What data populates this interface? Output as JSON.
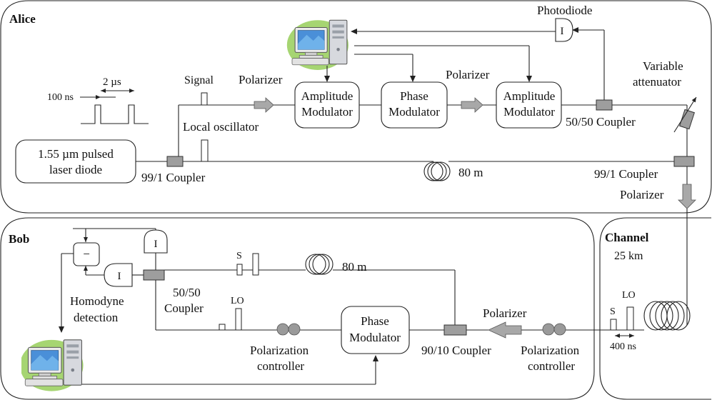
{
  "alice": {
    "title": "Alice",
    "laser": [
      "1.55 µm pulsed",
      "laser diode"
    ],
    "coupler_99_1_left": "99/1 Coupler",
    "coupler_99_1_right": "99/1 Coupler",
    "signal": "Signal",
    "local_oscillator": "Local oscillator",
    "polarizer_1": "Polarizer",
    "polarizer_2": "Polarizer",
    "polarizer_3": "Polarizer",
    "amp_mod_1": [
      "Amplitude",
      "Modulator"
    ],
    "phase_mod": [
      "Phase",
      "Modulator"
    ],
    "amp_mod_2": [
      "Amplitude",
      "Modulator"
    ],
    "photodiode": "Photodiode",
    "photodiode_symbol": "I",
    "variable_attenuator": [
      "Variable",
      "attenuator"
    ],
    "coupler_50_50": "50/50 Coupler",
    "delay_length": "80 m",
    "pulse_period": "2 µs",
    "pulse_width": "100 ns"
  },
  "bob": {
    "title": "Bob",
    "subtractor_symbol": "−",
    "detector_symbol_top": "I",
    "detector_symbol_left": "I",
    "homodyne": [
      "Homodyne",
      "detection"
    ],
    "coupler_50_50": [
      "50/50",
      "Coupler"
    ],
    "s_label": "S",
    "lo_label": "LO",
    "delay_length": "80 m",
    "phase_mod": [
      "Phase",
      "Modulator"
    ],
    "coupler_90_10": "90/10 Coupler",
    "polarizer": "Polarizer",
    "pol_controller_left": [
      "Polarization",
      "controller"
    ],
    "pol_controller_right": [
      "Polarization",
      "controller"
    ]
  },
  "channel": {
    "title": "Channel",
    "length": "25 km",
    "s_label": "S",
    "lo_label": "LO",
    "delay": "400 ns"
  }
}
